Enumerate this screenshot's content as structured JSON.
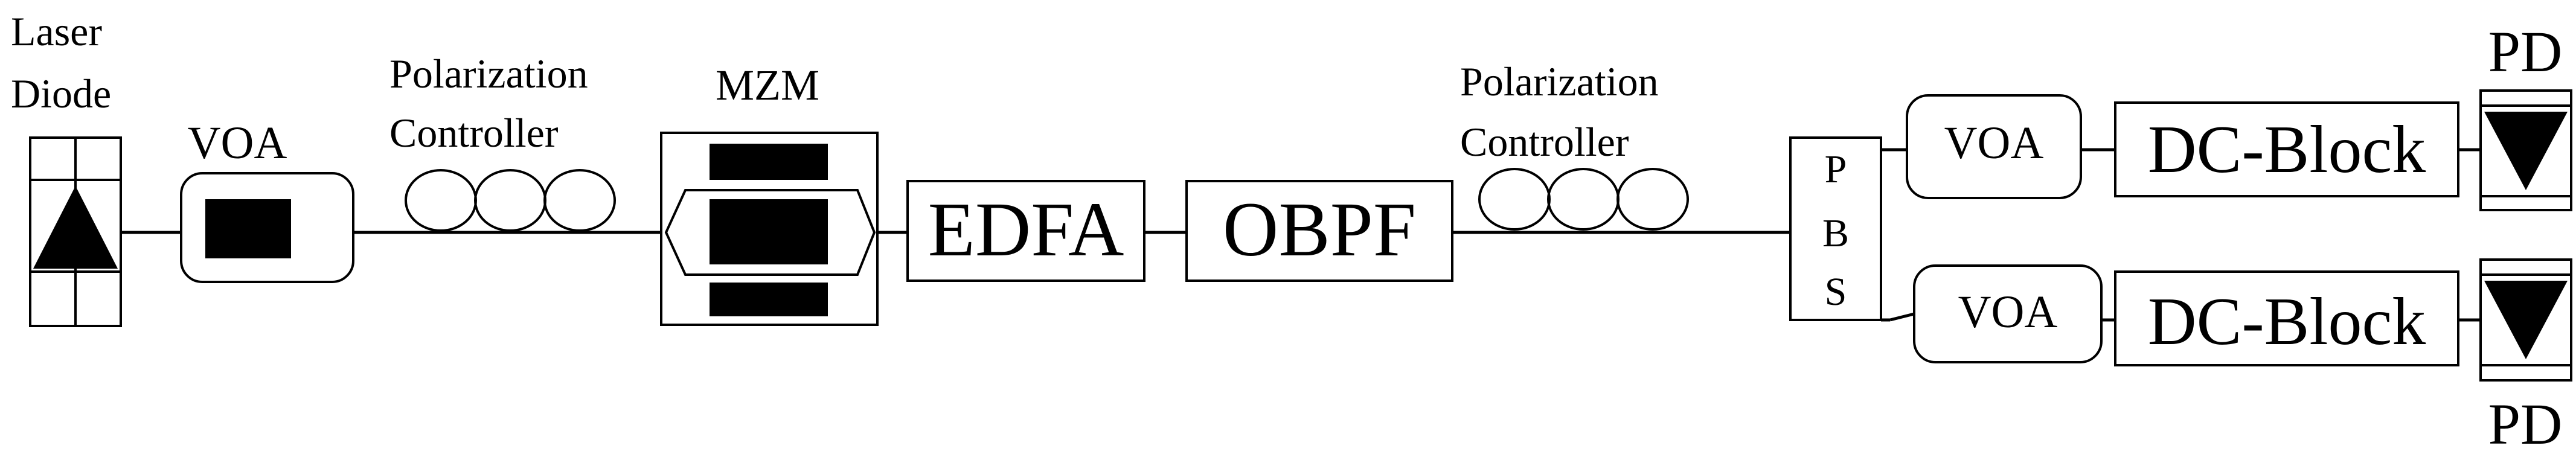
{
  "diagram": {
    "laser": {
      "label_line1": "Laser",
      "label_line2": "Diode"
    },
    "voa_main": {
      "label": "VOA"
    },
    "pc1": {
      "label_line1": "Polarization",
      "label_line2": "Controller"
    },
    "mzm": {
      "label": "MZM"
    },
    "edfa": {
      "label": "EDFA"
    },
    "obpf": {
      "label": "OBPF"
    },
    "pc2": {
      "label_line1": "Polarization",
      "label_line2": "Controller"
    },
    "pbs": {
      "letters": [
        "P",
        "B",
        "S"
      ]
    },
    "upper_branch": {
      "voa": "VOA",
      "dc_block": "DC-Block",
      "pd": "PD"
    },
    "lower_branch": {
      "voa": "VOA",
      "dc_block": "DC-Block",
      "pd": "PD"
    }
  }
}
